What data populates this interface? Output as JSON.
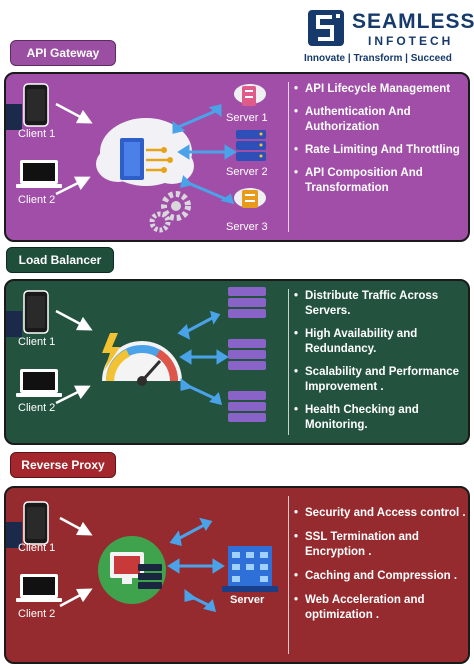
{
  "logo": {
    "name": "SEAMLESS",
    "sub": "INFOTECH",
    "tagline": "Innovate | Transform | Succeed",
    "color": "#163a6b"
  },
  "sections": {
    "api_gateway": {
      "title": "API Gateway",
      "color": "#9b4fa3",
      "panel_color": "#a04ea8",
      "clients": [
        "Client 1",
        "Client 2"
      ],
      "servers": [
        "Server 1",
        "Server 2",
        "Server 3"
      ],
      "features": [
        "API Lifecycle Management",
        "Authentication And Authorization",
        "Rate Limiting And Throttling",
        "API Composition And Transformation"
      ]
    },
    "load_balancer": {
      "title": "Load Balancer",
      "color": "#1f4f3a",
      "panel_color": "#23533f",
      "clients": [
        "Client 1",
        "Client 2"
      ],
      "features": [
        "Distribute Traffic Across Servers.",
        "High Availability and Redundancy.",
        "Scalability and Performance Improvement .",
        "Health Checking and Monitoring."
      ]
    },
    "reverse_proxy": {
      "title": "Reverse Proxy",
      "color": "#a3272d",
      "panel_color": "#962b2f",
      "clients": [
        "Client 1",
        "Client 2"
      ],
      "server": "Server",
      "features": [
        "Security and Access control .",
        "SSL Termination and Encryption .",
        "Caching and Compression .",
        "Web Acceleration and optimization ."
      ]
    }
  }
}
